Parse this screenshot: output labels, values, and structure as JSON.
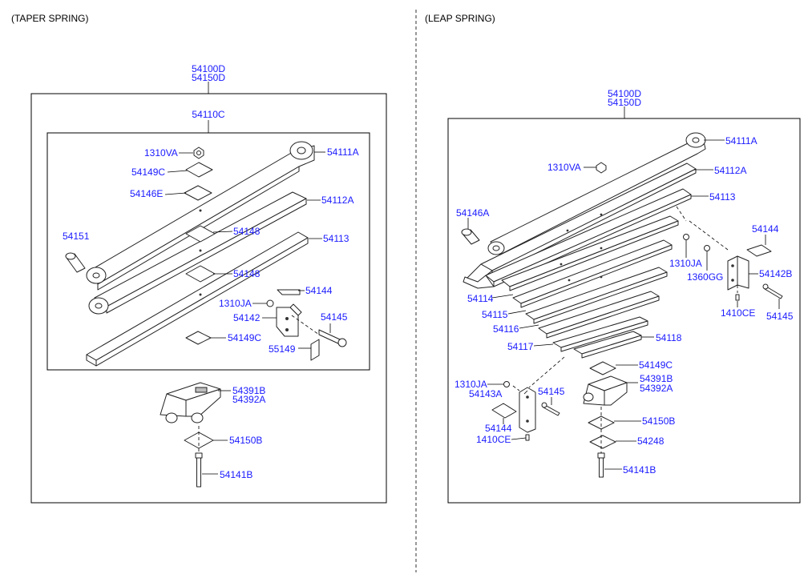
{
  "sections": {
    "left_title": "(TAPER SPRING)",
    "right_title": "(LEAP SPRING)"
  },
  "left": {
    "assembly": [
      "54100D",
      "54150D"
    ],
    "sub_assembly": "54110C",
    "parts": {
      "p1310VA": "1310VA",
      "p54149C_top": "54149C",
      "p54146E": "54146E",
      "p54151": "54151",
      "p54111A": "54111A",
      "p54112A": "54112A",
      "p54148_a": "54148",
      "p54113": "54113",
      "p54148_b": "54148",
      "p54144": "54144",
      "p1310JA": "1310JA",
      "p54142": "54142",
      "p54145": "54145",
      "p54149C_bot": "54149C",
      "p55149": "55149",
      "p54391B": "54391B",
      "p54392A": "54392A",
      "p54150B": "54150B",
      "p54141B": "54141B"
    }
  },
  "right": {
    "assembly": [
      "54100D",
      "54150D"
    ],
    "parts": {
      "p54111A": "54111A",
      "p1310VA": "1310VA",
      "p54112A": "54112A",
      "p54113": "54113",
      "p54146A": "54146A",
      "p54144_r": "54144",
      "p1310JA_r": "1310JA",
      "p1360GG": "1360GG",
      "p54142B": "54142B",
      "p1410CE_r": "1410CE",
      "p54145_r": "54145",
      "p54114": "54114",
      "p54115": "54115",
      "p54116": "54116",
      "p54117": "54117",
      "p54118": "54118",
      "p54149C": "54149C",
      "p1310JA_l": "1310JA",
      "p54143A": "54143A",
      "p54145_l": "54145",
      "p54391B": "54391B",
      "p54392A": "54392A",
      "p54144_l": "54144",
      "p1410CE_l": "1410CE",
      "p54150B": "54150B",
      "p54248": "54248",
      "p54141B": "54141B"
    }
  }
}
